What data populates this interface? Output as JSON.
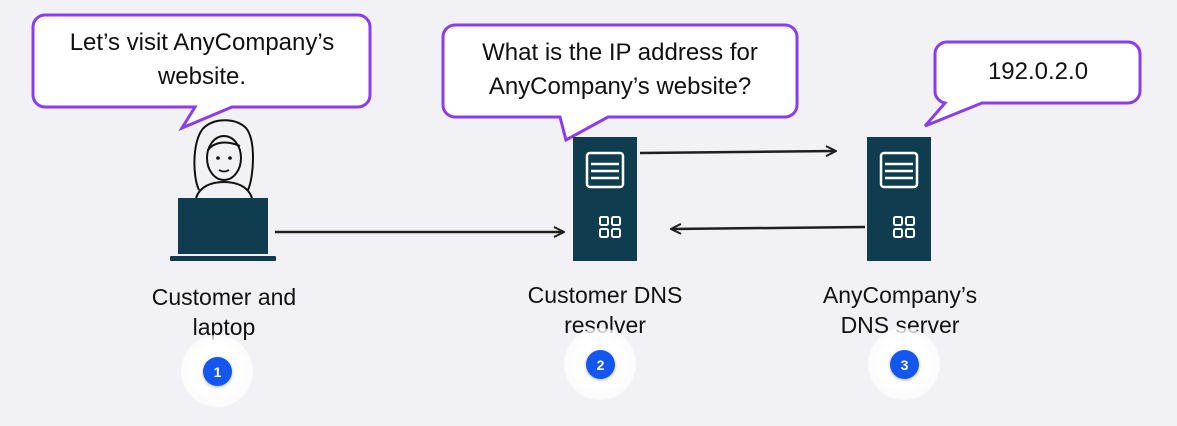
{
  "colors": {
    "bubble_border": "#8b3cf0",
    "icon_fill": "#0f3d4f",
    "arrow": "#1f1f1f",
    "badge": "#1457f0",
    "background": "#f2f2f6"
  },
  "bubbles": {
    "customer": "Let’s visit AnyCompany’s website.",
    "customer_line1": "Let’s visit AnyCompany’s",
    "customer_line2": "website.",
    "resolver_line1": "What is the IP address for",
    "resolver_line2": "AnyCompany’s website?",
    "server": "192.0.2.0"
  },
  "nodes": {
    "customer": {
      "label_line1": "Customer and",
      "label_line2": "laptop",
      "step": "1",
      "icon": "person-laptop-icon"
    },
    "resolver": {
      "label_line1": "Customer DNS",
      "label_line2": "resolver",
      "step": "2",
      "icon": "server-icon"
    },
    "server": {
      "label_line1": "AnyCompany’s",
      "label_line2": "DNS server",
      "step": "3",
      "icon": "server-icon"
    }
  }
}
